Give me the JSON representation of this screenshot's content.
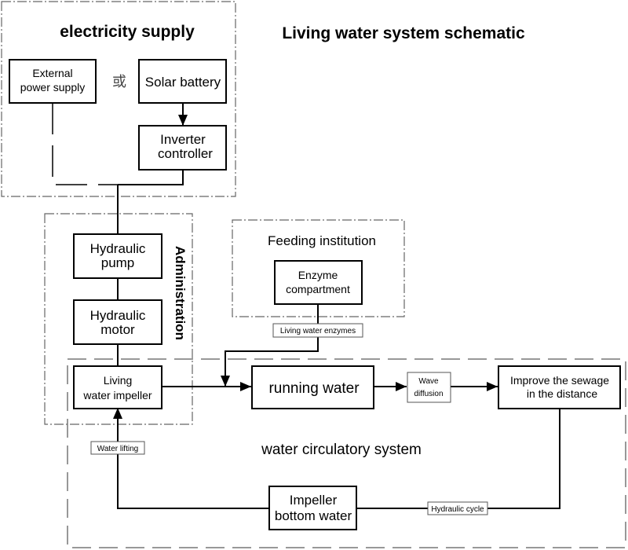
{
  "title": "Living water system schematic",
  "groups": {
    "electricity": "electricity supply",
    "administration": "Administration",
    "feeding": "Feeding institution",
    "circulatory": "water circulatory system"
  },
  "or_symbol": "或",
  "nodes": {
    "external_power": [
      "External",
      "power supply"
    ],
    "solar_battery": [
      "Solar battery"
    ],
    "inverter": [
      "Inverter",
      "controller"
    ],
    "hydraulic_pump": [
      "Hydraulic",
      "pump"
    ],
    "hydraulic_motor": [
      "Hydraulic",
      "motor"
    ],
    "impeller": [
      "Living",
      "water impeller"
    ],
    "enzyme": [
      "Enzyme",
      "compartment"
    ],
    "running_water": [
      "running water"
    ],
    "improve_sewage": [
      "Improve the sewage",
      "in the distance"
    ],
    "impeller_bottom": [
      "Impeller",
      "bottom water"
    ]
  },
  "edge_labels": {
    "enzymes": "Living water enzymes",
    "wave": [
      "Wave",
      "diffusion"
    ],
    "lifting": "Water lifting",
    "cycle": "Hydraulic cycle"
  }
}
